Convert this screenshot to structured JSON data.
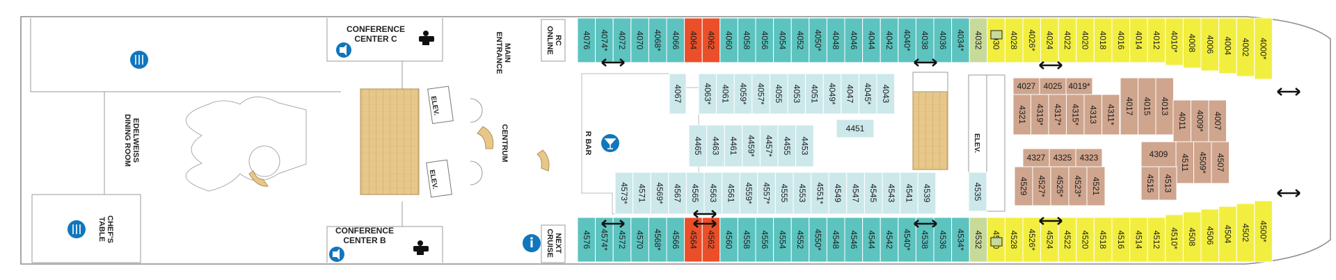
{
  "title": "",
  "colors": {
    "teal": "#5cc3bf",
    "red": "#ea4f29",
    "yellow": "#f2ee3f",
    "green": "#c8da9a",
    "brown": "#cfa58e",
    "lightblue": "#cce8ea",
    "wood": "#e7c88a",
    "icon_blue": "#1076bd",
    "outline": "#999999"
  },
  "labels": {
    "conference_c": [
      "CONFERENCE",
      "CENTER C"
    ],
    "conference_b": [
      "CONFERENCE",
      "CENTER B"
    ],
    "main_entrance": [
      "MAIN",
      "ENTRANCE"
    ],
    "rc_online": [
      "RC",
      "ONLINE"
    ],
    "next_cruise": [
      "NEXT",
      "CRUISE"
    ],
    "edelweiss": [
      "EDELWEISS",
      "DINING ROOM"
    ],
    "chefs_table": [
      "CHEF'S",
      "TABLE"
    ],
    "centrum": "CENTRUM",
    "r_bar": "R BAR",
    "elev": "ELEV."
  },
  "icons": {
    "dining_top": "dining-icon",
    "dining_bottom": "dining-icon",
    "conference_c": "conference-icon",
    "conference_b": "conference-icon",
    "restroom_c": "restroom-icon",
    "restroom_b": "restroom-icon",
    "bar": "cocktail-icon",
    "info": "info-icon",
    "connecting_door": "connecting-door-arrow-icon",
    "accessible_star": "*"
  },
  "cabins": {
    "top_row": [
      "4076",
      "4074*",
      "4072",
      "4070",
      "4068*",
      "4066",
      "4064",
      "4062",
      "4060",
      "4058",
      "4056",
      "4054",
      "4052",
      "4050*",
      "4048",
      "4046",
      "4044",
      "4042",
      "4040*",
      "4038",
      "4036",
      "4034*",
      "4032",
      "4030",
      "4028",
      "4026*",
      "4024",
      "4022",
      "4020",
      "4018",
      "4016",
      "4014",
      "4012",
      "4010*",
      "4008",
      "4006",
      "4004",
      "4002",
      "4000*"
    ],
    "bottom_row": [
      "4576",
      "4574*",
      "4572",
      "4570",
      "4568*",
      "4566",
      "4564",
      "4562",
      "4560",
      "4558",
      "4556",
      "4554",
      "4552",
      "4550*",
      "4548",
      "4546",
      "4544",
      "4542",
      "4540*",
      "4538",
      "4536",
      "4534*",
      "4532",
      "4530",
      "4528",
      "4526*",
      "4524",
      "4522",
      "4520",
      "4518",
      "4516",
      "4514",
      "4512",
      "4510*",
      "4508",
      "4506",
      "4504",
      "4502",
      "4500*"
    ],
    "interior_upper_row": [
      "4067",
      "4063*",
      "4061",
      "4059*",
      "4057*",
      "4055",
      "4053",
      "4051",
      "4049*",
      "4047",
      "4045*",
      "4043"
    ],
    "single_4451": [
      "4451"
    ],
    "interior_center_row": [
      "4465",
      "4463",
      "4461",
      "4459*",
      "4457*",
      "4455",
      "4453"
    ],
    "interior_lower_row": [
      "4573*",
      "4571",
      "4569*",
      "4567",
      "4565",
      "4563",
      "4561",
      "4559*",
      "4557*",
      "4555",
      "4553",
      "4551*",
      "4549",
      "4547",
      "4545",
      "4543",
      "4541",
      "4539"
    ],
    "single_4535": [
      "4535"
    ],
    "suite_top_horizontal": [
      "4027",
      "4025",
      "4019*"
    ],
    "suite_top_vertical": [
      "4321",
      "4319*",
      "4317*",
      "4315*",
      "4313",
      "4311*",
      "4017",
      "4015",
      "4013"
    ],
    "suite_right_vertical": [
      "4011",
      "4009*",
      "4007"
    ],
    "suite_mid_vertical": [
      "4309",
      "4511",
      "4509*",
      "4507"
    ],
    "suite_bottom_horizontal": [
      "4327",
      "4325",
      "4323"
    ],
    "suite_bottom_vertical": [
      "4529",
      "4527*",
      "4525*",
      "4523*",
      "4521",
      "4515",
      "4513"
    ]
  }
}
